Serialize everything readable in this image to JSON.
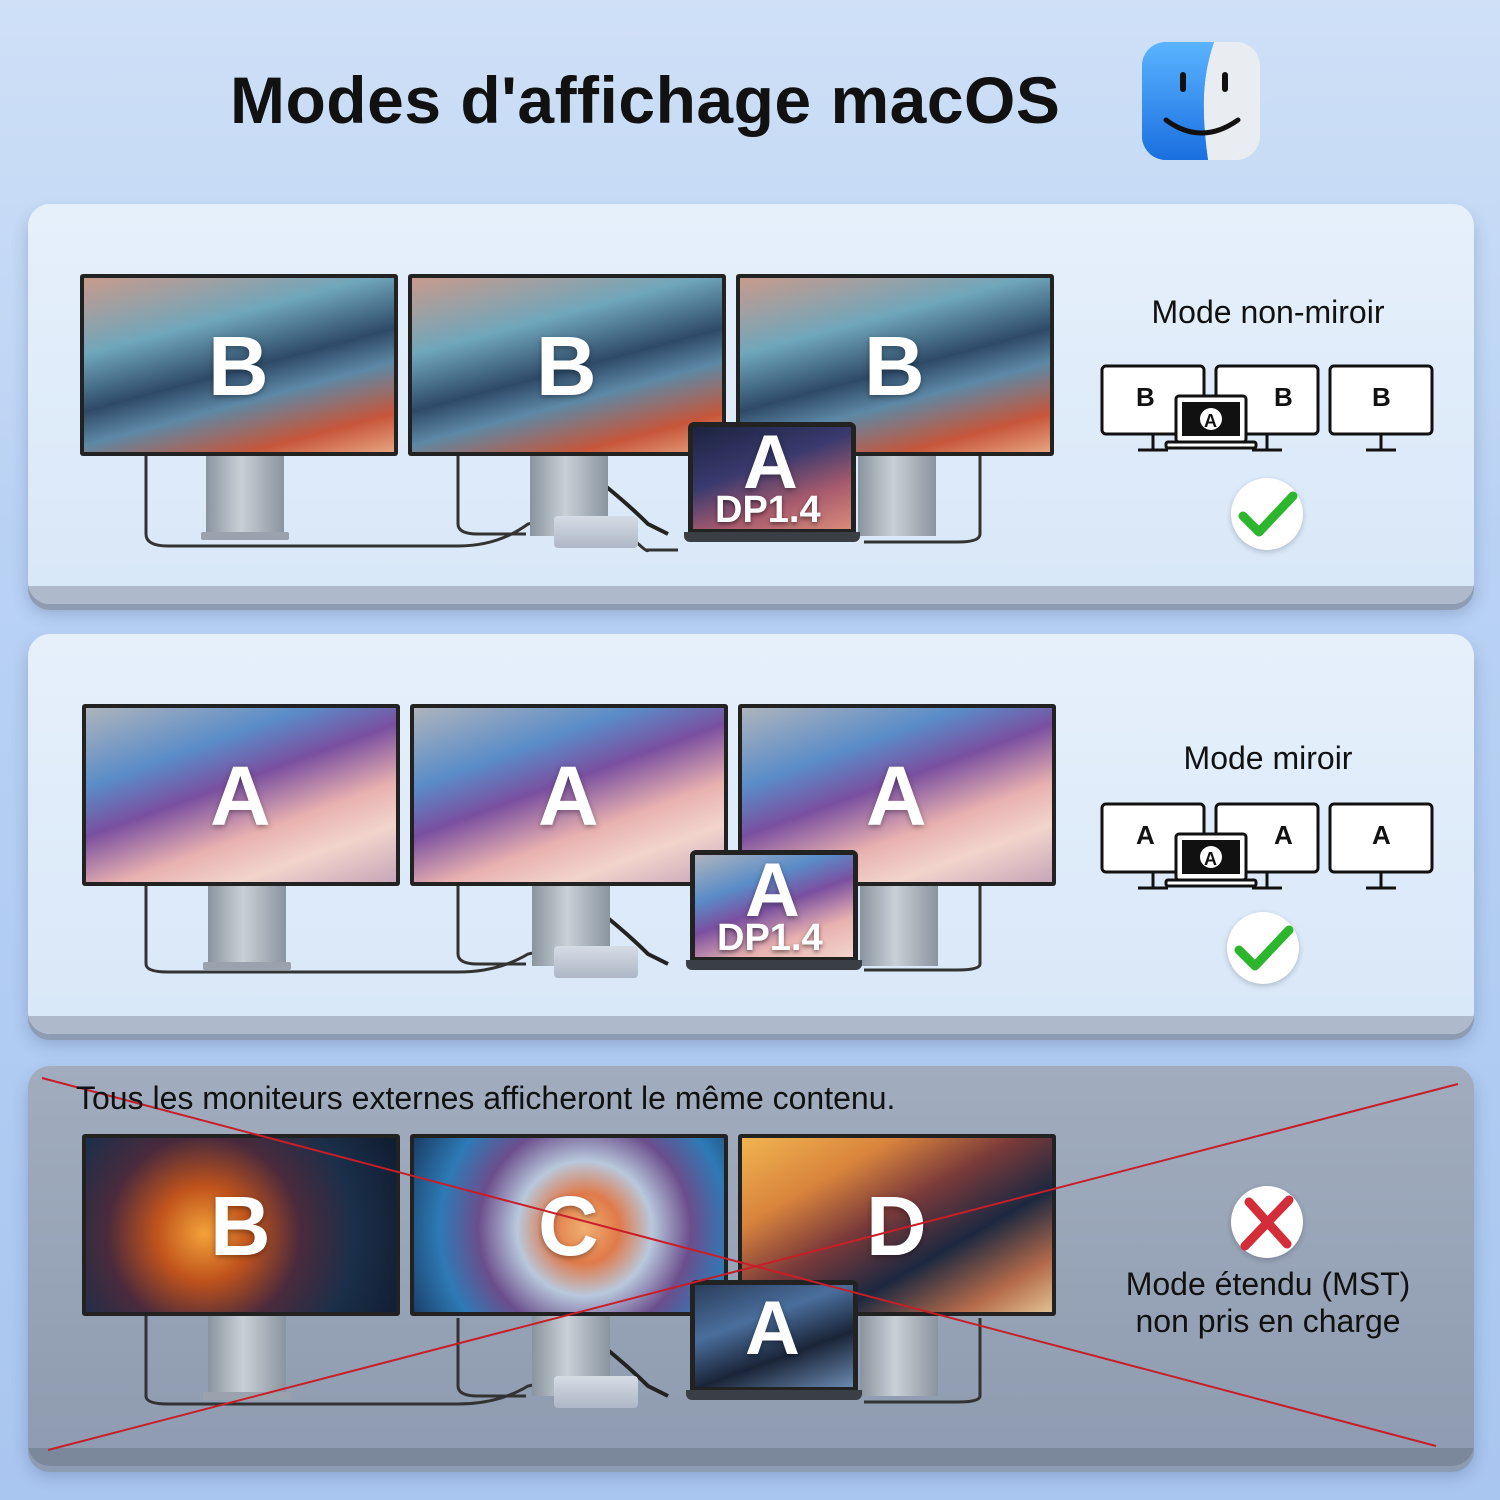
{
  "title": "Modes d'affichage macOS",
  "colors": {
    "accent_check": "#2db52d",
    "cross_red": "#d42d3a",
    "strike_line": "#c81e28",
    "finder_blue": "#1e7ff0"
  },
  "icons": {
    "finder": "macos-finder-icon",
    "check": "green-check-icon",
    "cross": "red-cross-icon"
  },
  "sections": [
    {
      "mode_label": "Mode non-miroir",
      "monitor_letters": [
        "B",
        "B",
        "B"
      ],
      "laptop_letter": "A",
      "port_label": "DP1.4",
      "diagram_letters": [
        "B",
        "B",
        "B"
      ],
      "diagram_laptop_letter": "A",
      "status": "supported"
    },
    {
      "mode_label": "Mode miroir",
      "monitor_letters": [
        "A",
        "A",
        "A"
      ],
      "laptop_letter": "A",
      "port_label": "DP1.4",
      "diagram_letters": [
        "A",
        "A",
        "A"
      ],
      "diagram_laptop_letter": "A",
      "status": "supported"
    },
    {
      "note": "Tous les moniteurs externes afficheront le même contenu.",
      "monitor_letters": [
        "B",
        "C",
        "D"
      ],
      "laptop_letter": "A",
      "status_line1": "Mode étendu (MST)",
      "status_line2": "non pris en charge",
      "status": "unsupported"
    }
  ]
}
